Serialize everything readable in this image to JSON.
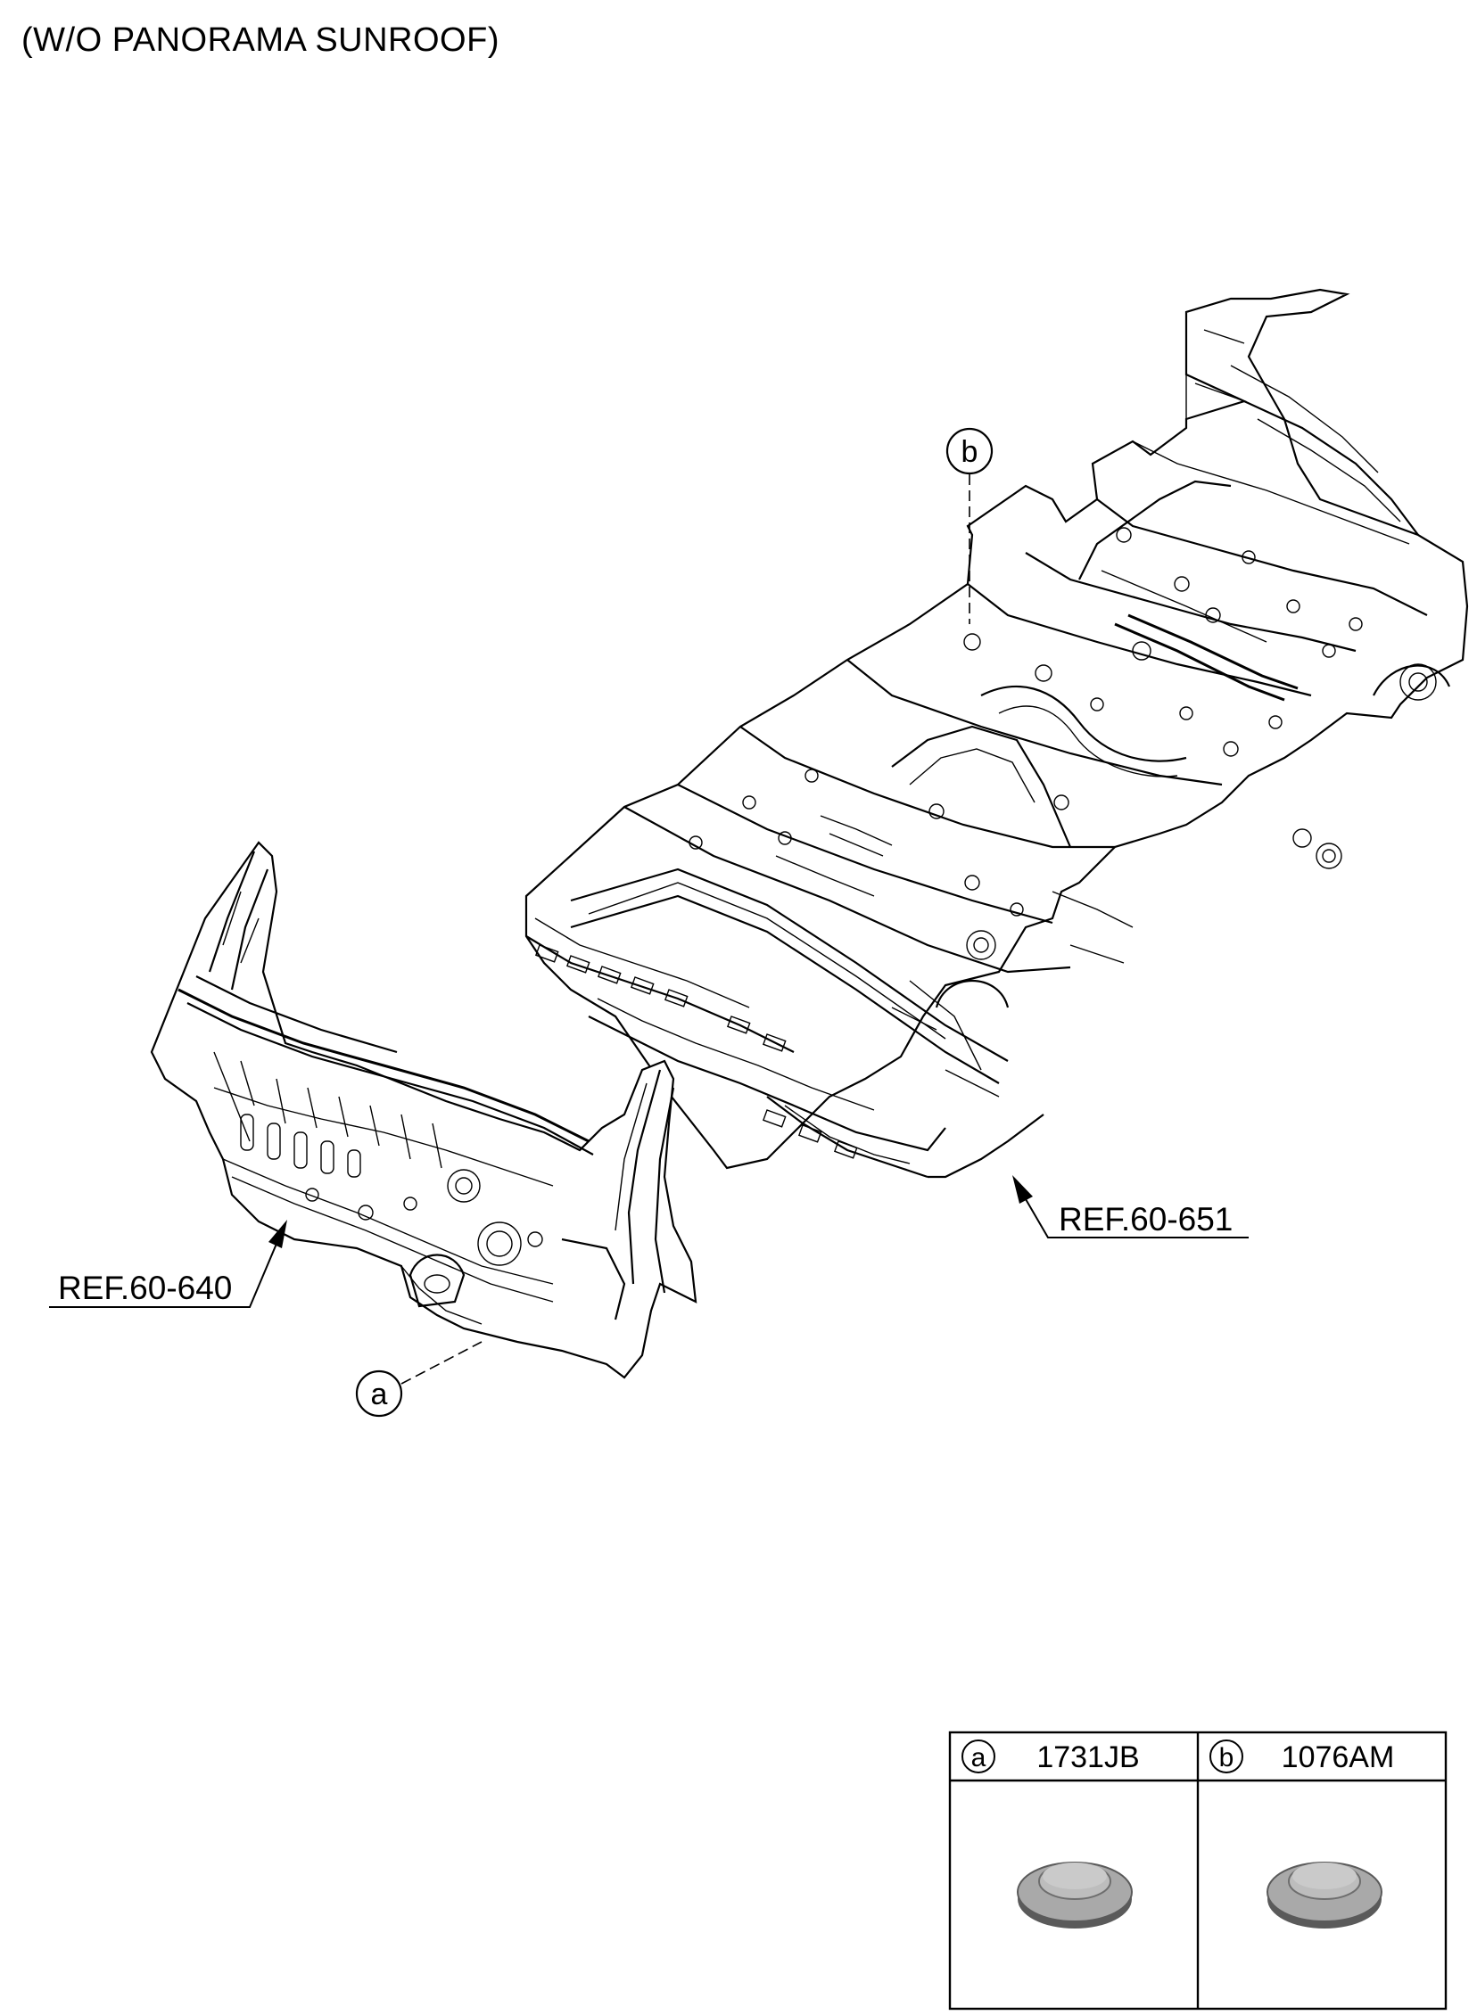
{
  "diagram": {
    "title": "(W/O PANORAMA SUNROOF)",
    "callouts": {
      "a": "a",
      "b": "b"
    },
    "references": {
      "front": "REF.60-640",
      "rear": "REF.60-651"
    },
    "parts_table": {
      "rows": [
        {
          "marker": "a",
          "part_number": "1731JB"
        },
        {
          "marker": "b",
          "part_number": "1076AM"
        }
      ]
    },
    "colors": {
      "line": "#000000",
      "plug_face": "#a9a9a9",
      "plug_top": "#bdbdbd",
      "plug_edge": "#5a5a5a"
    }
  }
}
